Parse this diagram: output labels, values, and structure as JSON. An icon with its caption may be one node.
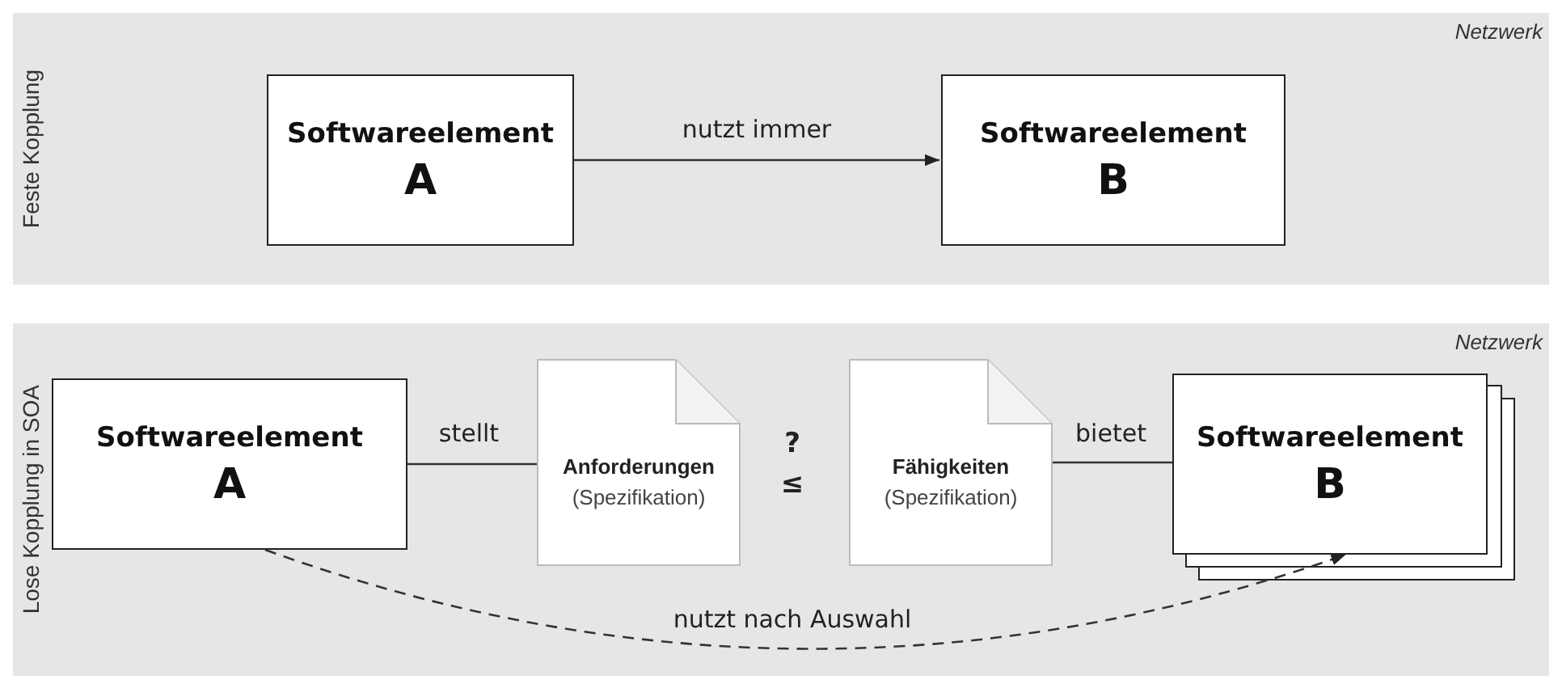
{
  "diagram": {
    "nodes": [
      {
        "text": [
          "Feste Kopplung",
          "Netzwerk"
        ]
      },
      {
        "text": [
          "Softwareelement",
          "A"
        ],
        "in": 0
      },
      {
        "text": [
          "Softwareelement",
          "B"
        ],
        "in": 0
      },
      {
        "text": [
          "Lose Kopplung in SOA",
          "Netzwerk"
        ]
      },
      {
        "text": [
          "Softwareelement",
          "A"
        ],
        "in": 3
      },
      {
        "text": [
          "Anforderungen",
          "(Spezifikation)"
        ],
        "in": 3
      },
      {
        "text": [
          "Fähigkeiten",
          "(Spezifikation)"
        ],
        "in": 3
      },
      {
        "text": [
          "Softwareelement",
          "B"
        ],
        "in": 3
      }
    ],
    "edges": [
      {
        "from": 1,
        "to": 2,
        "arrow": "to",
        "label": "nutzt immer"
      },
      {
        "from": 4,
        "to": 5,
        "arrow": "none",
        "label": "stellt"
      },
      {
        "from": 6,
        "to": 7,
        "arrow": "none",
        "label": "bietet"
      },
      {
        "from": 4,
        "to": 7,
        "arrow": "to",
        "label": "nutzt nach Auswahl",
        "style": "dashed"
      }
    ],
    "labels": [
      "?",
      "≤"
    ]
  }
}
